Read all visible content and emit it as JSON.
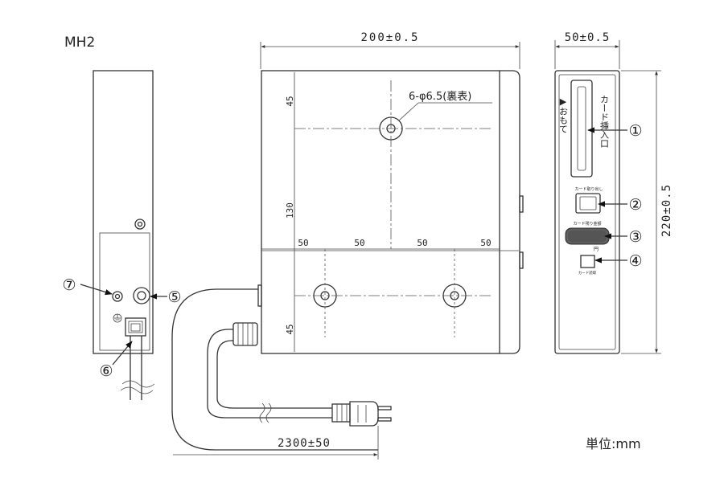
{
  "model": "MH2",
  "unit_label": "単位:mm",
  "dimensions": {
    "width": "200±0.5",
    "depth": "50±0.5",
    "height": "220±0.5",
    "cable": "2300±50",
    "hole": "6-φ6.5(裏表)",
    "v_top": "45",
    "v_mid": "130",
    "v_bot": "45",
    "h1": "50",
    "h2": "50",
    "h3": "50",
    "h4": "50"
  },
  "front_panel": {
    "slot_label": "カード挿入口",
    "face_label": "▶おもて",
    "button1_label": "カード取り出し",
    "display_label": "カード残り金額",
    "display_unit": "円",
    "button2_label": "カード読取"
  },
  "callouts": {
    "c1": "①",
    "c2": "②",
    "c3": "③",
    "c4": "④",
    "c5": "⑤",
    "c6": "⑥",
    "c7": "⑦"
  }
}
